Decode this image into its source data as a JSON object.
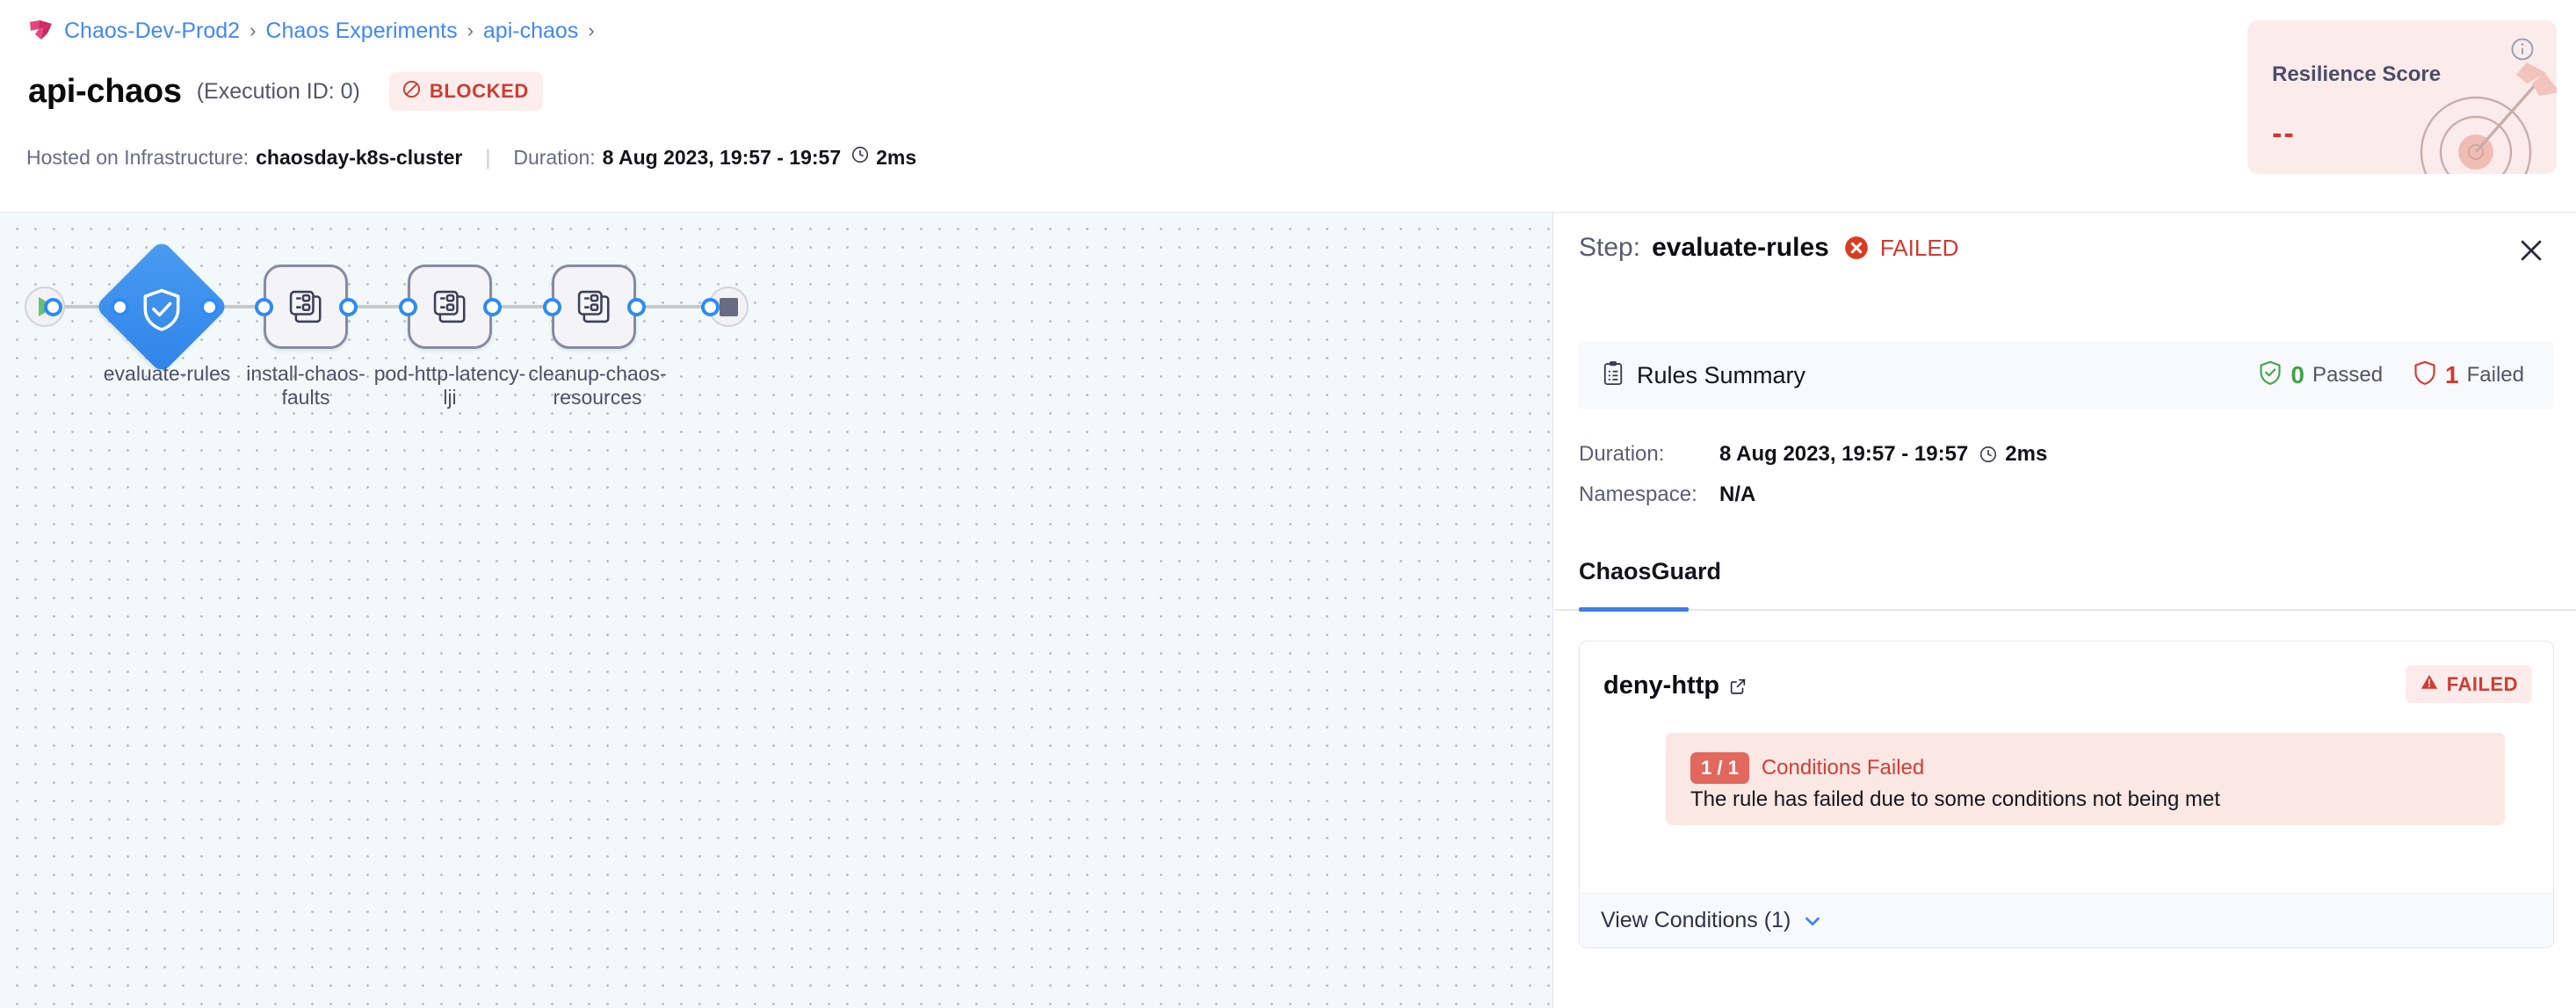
{
  "header": {
    "breadcrumb": {
      "logo_icon": "harness-chaos-logo-icon",
      "items": [
        "Chaos-Dev-Prod2",
        "Chaos Experiments",
        "api-chaos"
      ],
      "separator": "›"
    },
    "experiment_title": "api-chaos",
    "execution_id": "(Execution ID: 0)",
    "status_badge": {
      "label": "BLOCKED",
      "icon": "ban-icon",
      "color": "#cf3b32",
      "bg": "#fdeeed"
    },
    "meta": {
      "infra_label": "Hosted on Infrastructure:",
      "infra_value": "chaosday-k8s-cluster",
      "divider": "|",
      "duration_label": "Duration:",
      "duration_range": "8 Aug 2023, 19:57 - 19:57",
      "clock_icon": "clock-icon",
      "duration_value": "2ms"
    },
    "resilience_score": {
      "title": "Resilience Score",
      "value": "--",
      "info_icon": "info-icon",
      "art_icon": "target-dart-icon",
      "bg": "#fbeceb",
      "value_color": "#d2352a"
    }
  },
  "canvas": {
    "background": "#f3f9fb",
    "dot_color": "#b9bfcc",
    "start_node": {
      "name": "start-node",
      "icon": "play-icon"
    },
    "end_node": {
      "name": "end-node",
      "icon": "stop-icon"
    },
    "nodes": [
      {
        "id": "evaluate-rules",
        "label": "evaluate-rules",
        "shape": "diamond",
        "icon": "shield-check-icon",
        "status": "failed",
        "status_icon": "error-x-icon",
        "color": "#2f84e8"
      },
      {
        "id": "install-chaos-faults",
        "label": "install-chaos-\nfaults",
        "shape": "box",
        "icon": "chaos-faults-icon",
        "status": "none"
      },
      {
        "id": "pod-http-latency-lji",
        "label": "pod-http-latency-\nlji",
        "shape": "box",
        "icon": "chaos-faults-icon",
        "status": "none"
      },
      {
        "id": "cleanup-chaos-resources",
        "label": "cleanup-chaos-\nresources",
        "shape": "box",
        "icon": "chaos-faults-icon",
        "status": "none"
      }
    ]
  },
  "panel": {
    "step_prefix": "Step:",
    "step_name": "evaluate-rules",
    "step_status": "FAILED",
    "step_status_icon": "error-x-icon",
    "close_icon": "close-icon",
    "rules_summary": {
      "icon": "clipboard-icon",
      "title": "Rules Summary",
      "passed_count": "0",
      "passed_label": "Passed",
      "passed_icon": "shield-check-icon",
      "failed_count": "1",
      "failed_label": "Failed",
      "failed_icon": "shield-outline-icon"
    },
    "details": [
      {
        "key": "Duration:",
        "value": "8 Aug 2023, 19:57 - 19:57",
        "icon": "clock-icon",
        "extra": "2ms"
      },
      {
        "key": "Namespace:",
        "value": "N/A",
        "icon": "",
        "extra": ""
      }
    ],
    "tabs": [
      {
        "label": "ChaosGuard",
        "active": true
      }
    ],
    "rule": {
      "name": "deny-http",
      "external_link_icon": "external-link-icon",
      "status_badge": {
        "label": "FAILED",
        "icon": "warning-triangle-icon"
      },
      "condition_alert": {
        "badge": "1 / 1",
        "title": "Conditions Failed",
        "message": "The rule has failed due to some conditions not being met"
      },
      "footer": {
        "label": "View Conditions (1)",
        "chevron_icon": "chevron-down-icon"
      }
    }
  }
}
